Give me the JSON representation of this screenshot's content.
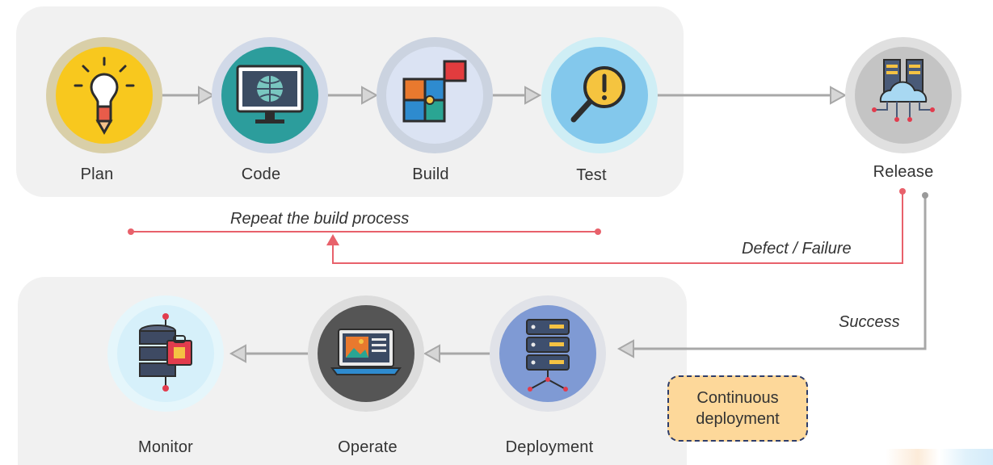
{
  "stages_top": [
    {
      "id": "plan",
      "label": "Plan",
      "icon": "lightbulb-icon"
    },
    {
      "id": "code",
      "label": "Code",
      "icon": "computer-monitor-icon"
    },
    {
      "id": "build",
      "label": "Build",
      "icon": "puzzle-icon"
    },
    {
      "id": "test",
      "label": "Test",
      "icon": "magnifier-alert-icon"
    },
    {
      "id": "release",
      "label": "Release",
      "icon": "cloud-server-icon"
    }
  ],
  "stages_bottom": [
    {
      "id": "deployment",
      "label": "Deployment",
      "icon": "server-rack-icon"
    },
    {
      "id": "operate",
      "label": "Operate",
      "icon": "laptop-icon"
    },
    {
      "id": "monitor",
      "label": "Monitor",
      "icon": "locked-database-icon"
    }
  ],
  "annotations": {
    "repeat": "Repeat the build process",
    "defect": "Defect / Failure",
    "success": "Success"
  },
  "badge": {
    "line1": "Continuous",
    "line2": "deployment"
  },
  "colors": {
    "panel": "#f1f1f1",
    "failure_line": "#e8616b",
    "success_line": "#9a9a9a",
    "badge_fill": "#fdd89a",
    "badge_border": "#2e3d6a"
  }
}
